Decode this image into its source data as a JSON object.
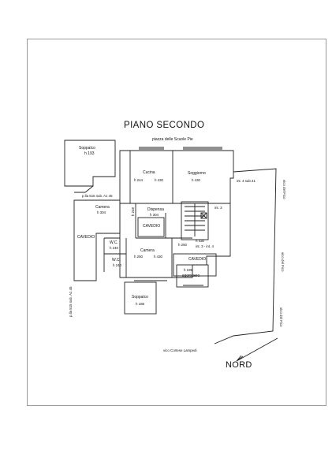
{
  "title": "PIANO SECONDO",
  "north_label": "NORD",
  "streets": {
    "top": "piazza delle Scuole Pie",
    "bottom": "vico Cortese Lampedi",
    "right_upper": "vico del Fico",
    "right_middle": "vico del Fico",
    "right_lower": "vico del Fico"
  },
  "parcels": {
    "left_upper": "p.lla 515 sub. A1 45",
    "left_lower": "p.lla 515 sub. A1 45",
    "right_interior": "int. 4 sub.41",
    "int3": "int. 3",
    "int3_4": "int. 3 - int. 4"
  },
  "rooms": {
    "soppalco_top_name": "Soppalco",
    "soppalco_top_h": "h 193",
    "cucina_name": "Cucina",
    "cucina_h1": "h 244",
    "cucina_h2": "h 430",
    "soggiorno_name": "Soggiorno",
    "soggiorno_h": "h 430",
    "camera_left_name": "Camera",
    "camera_left_h": "h 304",
    "dispensa_name": "Dispensa",
    "dispensa_h": "h 304",
    "dispensa_side": "h 248",
    "cavedio_center": "CAVEDIO",
    "cavedio_left": "CAVEDIO",
    "cavedio_right": "CAVEDIO",
    "wc1_name": "W.C.",
    "wc1_h": "h 240",
    "wc2_name": "W.C.",
    "wc2_h": "h 240",
    "camera_center_name": "Camera",
    "camera_center_h1": "h 250",
    "camera_center_h2": "h 430",
    "h250_label": "h 250",
    "h430_label": "h 430",
    "sgombero_h": "h 195",
    "sgombero_name": "sgombero",
    "soppalco_bottom_name": "Soppalco",
    "soppalco_bottom_h": "h 188"
  }
}
